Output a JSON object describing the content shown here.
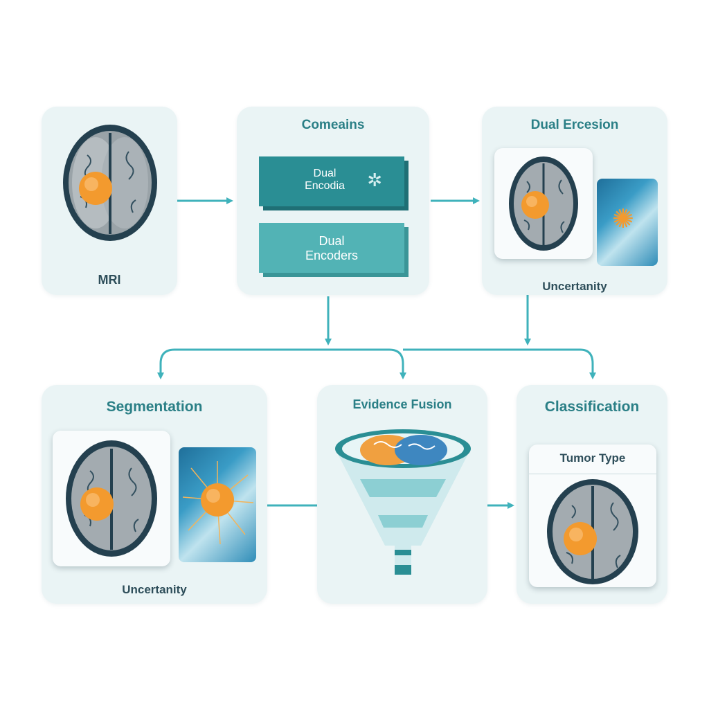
{
  "colors": {
    "teal": "#2a8e94",
    "arrow": "#3fb2bb",
    "panel": "#eaf4f5",
    "tumor": "#f39a2e",
    "brain_outline": "#24404f"
  },
  "panels": {
    "mri": {
      "label": "MRI"
    },
    "encoders": {
      "title": "Comeains",
      "block_top": {
        "line1": "Dual",
        "line2": "Encodia"
      },
      "block_bottom": {
        "line1": "Dual",
        "line2": "Encoders"
      }
    },
    "dual_fusion": {
      "title": "Dual Ercesion",
      "label": "Uncertanity"
    },
    "segmentation": {
      "title": "Segmentation",
      "label": "Uncertanity"
    },
    "evidence_fusion": {
      "title": "Evidence Fusion"
    },
    "classification": {
      "title": "Classification",
      "header": "Tumor Type"
    }
  },
  "icons": [
    "brain-icon",
    "tumor-icon",
    "funnel-icon",
    "arrow-icon",
    "gear-icon",
    "heatmap-icon"
  ]
}
